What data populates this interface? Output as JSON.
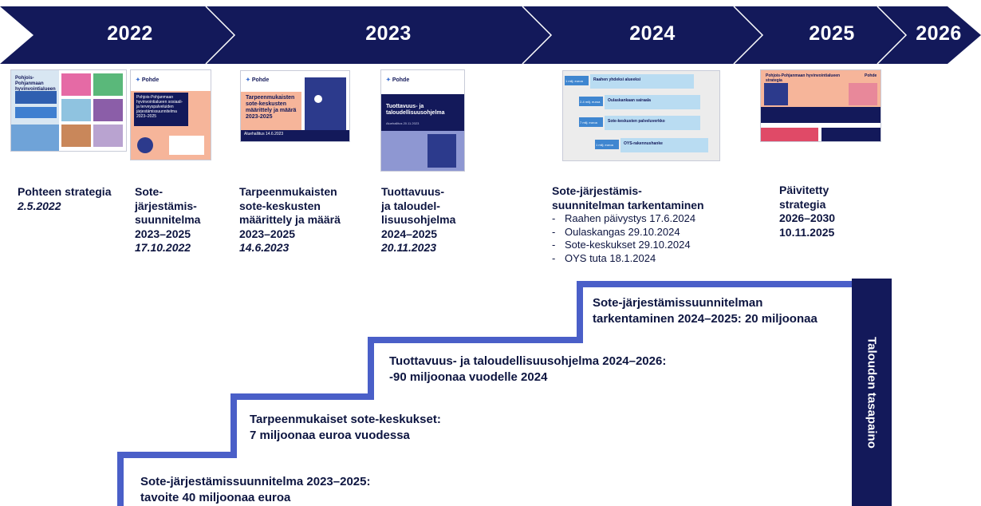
{
  "timeline": {
    "years": [
      "2022",
      "2023",
      "2024",
      "2025",
      "2026"
    ],
    "colors": {
      "band": "#13195a",
      "step": "#4a5fc8",
      "text": "#0d1540"
    }
  },
  "thumbnails": {
    "strategy": {
      "title_line1": "Pohjois-Pohjanmaan",
      "title_line2": "hyvinvointialueen strategia"
    },
    "plan": {
      "logo": "Pohde",
      "title": "Pohjois-Pohjanmaan hyvinvointialueen sosiaali- ja terveyspalveluiden järjestämissuunnitelma 2023–2025"
    },
    "centers": {
      "logo": "Pohde",
      "title": "Tarpeenmukaisten sote-keskusten määrittely ja määrä 2023-2025",
      "small": "Aluehallitus 14.6.2023"
    },
    "productivity": {
      "logo": "Pohde",
      "title": "Tuottavuus- ja taloudellisuusohjelma",
      "small": "Aluehallitus 20.11.2023"
    },
    "refine": {
      "rows": [
        "Raahen yhdeksi alueeksi",
        "Oulaskankaan sairaala",
        "Sote-keskusten palveluverkko",
        "OYS-rakennushanke"
      ],
      "labels": [
        "1 milj. euroa",
        "2-4 milj. euroa",
        "7 milj. euroa",
        "1 milj. euroa"
      ]
    },
    "updated": {
      "title": "Pohjois-Pohjanmaan hyvinvointialueen strategia",
      "logo": "Pohde"
    }
  },
  "milestones": {
    "m1": {
      "title": "Pohteen strategia",
      "date": "2.5.2022"
    },
    "m2": {
      "title": "Sote-järjestämis-suunnitelma 2023–2025",
      "line1": "Sote-",
      "line2": "järjestämis-",
      "line3": "suunnitelma",
      "line4": "2023–2025",
      "date": "17.10.2022"
    },
    "m3": {
      "line1": "Tarpeenmukaisten",
      "line2": "sote-keskusten",
      "line3": "määrittely ja määrä",
      "line4": "2023–2025",
      "date": "14.6.2023"
    },
    "m4": {
      "line1": "Tuottavuus-",
      "line2": "ja taloudel-",
      "line3": "lisuusohjelma",
      "line4": "2024–2025",
      "date": "20.11.2023"
    },
    "m5": {
      "line1": "Sote-järjestämis-",
      "line2": "suunnitelman tarkentaminen",
      "items": [
        "Raahen päivystys 17.6.2024",
        "Oulaskangas 29.10.2024",
        "Sote-keskukset 29.10.2024",
        "OYS tuta 18.1.2024"
      ]
    },
    "m6": {
      "line1": "Päivitetty",
      "line2": "strategia",
      "line3": "2026–2030",
      "line4": "10.11.2025"
    }
  },
  "steps": {
    "s1": {
      "line1": "Sote-järjestämissuunnitelma 2023–2025:",
      "line2": "tavoite 40 miljoonaa euroa"
    },
    "s2": {
      "line1": "Tarpeenmukaiset sote-keskukset:",
      "line2": "7 miljoonaa euroa vuodessa"
    },
    "s3": {
      "line1": "Tuottavuus- ja taloudellisuusohjelma 2024–2026:",
      "line2": "-90 miljoonaa vuodelle 2024"
    },
    "s4": {
      "line1": "Sote-järjestämissuunnitelman",
      "line2": "tarkentaminen 2024–2025: 20 miljoonaa"
    }
  },
  "goal": {
    "label": "Talouden tasapaino"
  }
}
